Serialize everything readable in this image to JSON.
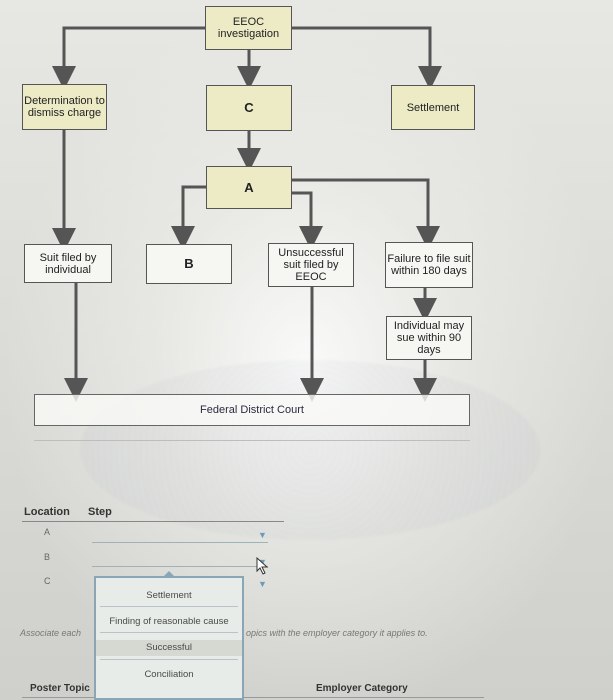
{
  "diagram": {
    "eeoc_investigation": "EEOC investigation",
    "determination": "Determination to dismiss charge",
    "c_label": "C",
    "settlement_top": "Settlement",
    "a_label": "A",
    "suit_filed_individual": "Suit filed by individual",
    "b_label": "B",
    "unsuccessful_suit": "Unsuccessful suit filed by EEOC",
    "failure_to_file": "Failure to file suit within 180 days",
    "individual_may_sue": "Individual may sue within 90 days",
    "federal_court": "Federal District Court"
  },
  "table": {
    "location_header": "Location",
    "step_header": "Step",
    "rows": [
      "A",
      "B",
      "C"
    ]
  },
  "dropdown": {
    "options": [
      "Settlement",
      "Finding of reasonable cause",
      "Successful",
      "Conciliation"
    ]
  },
  "instruction": {
    "left_text": "Associate each",
    "right_text": "opics with the employer category it applies to."
  },
  "bottom_table": {
    "left_header": "Poster Topic",
    "right_header": "Employer Category"
  },
  "colors": {
    "box_yellow": "#ecebc6",
    "line": "#555555",
    "dropdown_accent": "#6b9bbd"
  }
}
